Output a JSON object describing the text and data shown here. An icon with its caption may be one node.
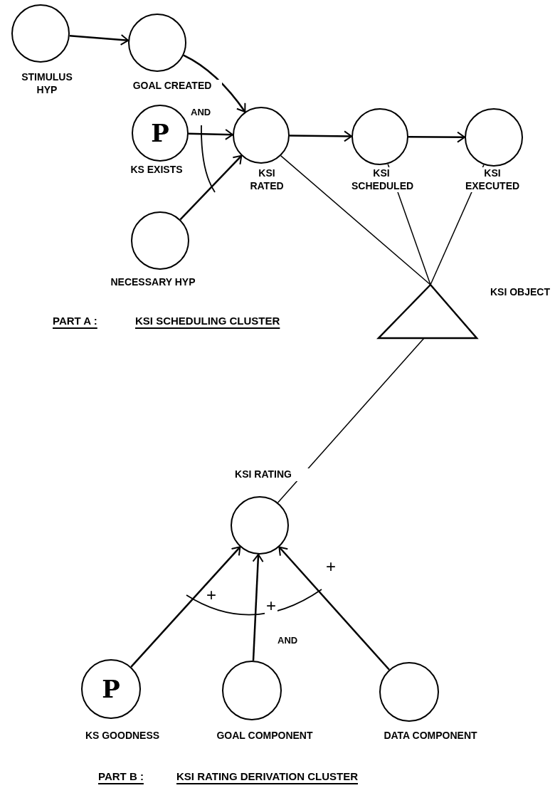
{
  "diagram": {
    "nodes": [
      {
        "text": [],
        "shape": "circle",
        "beside": [
          "STIMULUS HYP"
        ]
      },
      {
        "text": [],
        "shape": "circle",
        "beside": [
          "GOAL CREATED"
        ]
      },
      {
        "text": [
          "P"
        ],
        "beside": [
          "KS EXISTS"
        ]
      },
      {
        "text": [],
        "shape": "circle",
        "beside": [
          "KSI RATED"
        ]
      },
      {
        "text": [],
        "shape": "circle",
        "beside": [
          "KSI SCHEDULED"
        ]
      },
      {
        "text": [],
        "shape": "circle",
        "beside": [
          "KSI EXECUTED"
        ]
      },
      {
        "text": [],
        "shape": "circle",
        "beside": [
          "NECESSARY HYP"
        ]
      },
      {
        "text": [],
        "shape": "triangle",
        "beside": [
          "KSI OBJECT"
        ]
      },
      {
        "text": [],
        "shape": "circle",
        "beside": [
          "KSI RATING"
        ]
      },
      {
        "text": [
          "P"
        ],
        "beside": [
          "KS GOODNESS"
        ]
      },
      {
        "text": [],
        "shape": "circle",
        "beside": [
          "GOAL COMPONENT"
        ]
      },
      {
        "text": [],
        "shape": "circle",
        "beside": [
          "DATA COMPONENT"
        ]
      }
    ],
    "edges": [
      {
        "from": 0,
        "to": 1,
        "arrow": "to"
      },
      {
        "from": 1,
        "to": 3,
        "arrow": "to"
      },
      {
        "from": 2,
        "to": 3,
        "arrow": "to"
      },
      {
        "from": 6,
        "to": 3,
        "arrow": "to"
      },
      {
        "from": 3,
        "to": 4,
        "arrow": "to"
      },
      {
        "from": 4,
        "to": 5,
        "arrow": "to"
      },
      {
        "from": 3,
        "to": 7,
        "arrow": "none"
      },
      {
        "from": 4,
        "to": 7,
        "arrow": "none"
      },
      {
        "from": 5,
        "to": 7,
        "arrow": "none"
      },
      {
        "from": 7,
        "to": 8,
        "arrow": "none"
      },
      {
        "from": 9,
        "to": 8,
        "arrow": "to",
        "label": "+"
      },
      {
        "from": 10,
        "to": 8,
        "arrow": "to",
        "label": "+"
      },
      {
        "from": 11,
        "to": 8,
        "arrow": "to",
        "label": "+"
      }
    ],
    "labels": [
      "AND",
      "PART A :",
      "KSI SCHEDULING CLUSTER",
      "AND",
      "PART B :",
      "KSI RATING DERIVATION CLUSTER"
    ]
  }
}
